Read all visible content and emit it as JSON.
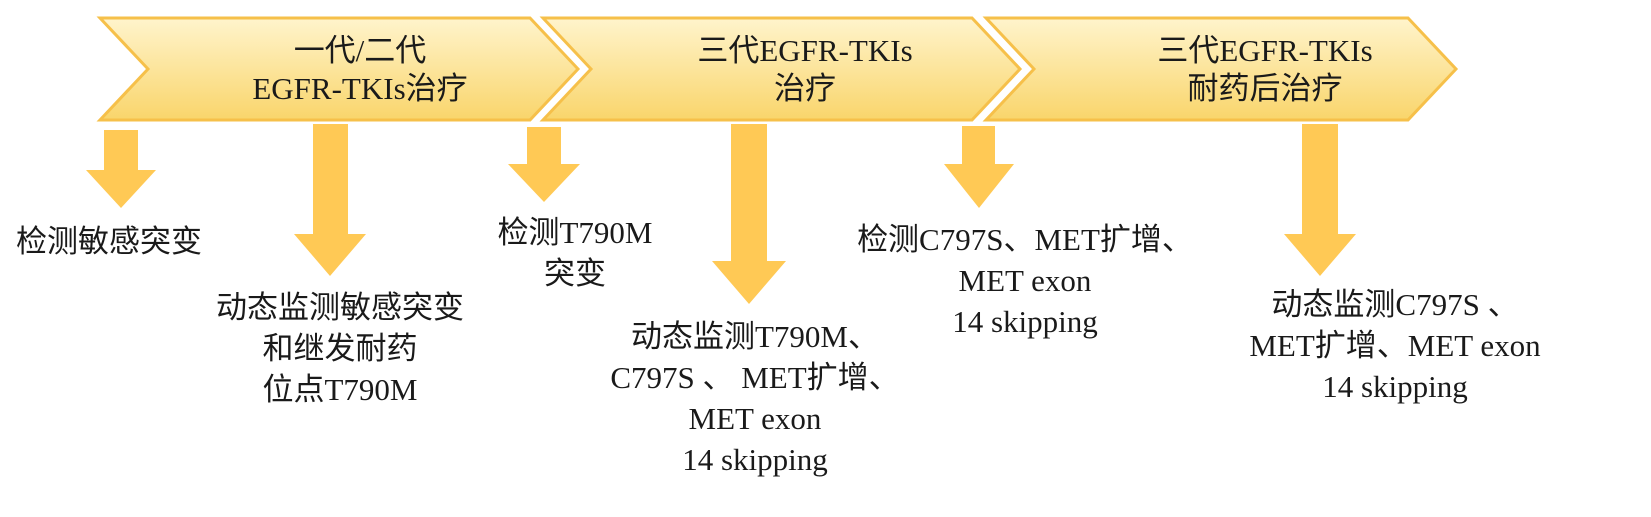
{
  "colors": {
    "chevron_fill_top": "#fff4cc",
    "chevron_fill_bottom": "#f9d56b",
    "chevron_stroke": "#f6c04a",
    "arrow": "#ffc955"
  },
  "stages": [
    {
      "line1": "一代/二代",
      "line2": "EGFR-TKIs治疗"
    },
    {
      "line1": "三代EGFR-TKIs",
      "line2": "治疗"
    },
    {
      "line1": "三代EGFR-TKIs",
      "line2": "耐药后治疗"
    }
  ],
  "notes": {
    "n1": [
      "检测敏感突变"
    ],
    "n2": [
      "动态监测敏感突变",
      "和继发耐药",
      "位点T790M"
    ],
    "n3": [
      "检测T790M",
      "突变"
    ],
    "n4": [
      "动态监测T790M、",
      "C797S 、 MET扩增、",
      "MET exon",
      "14 skipping"
    ],
    "n5": [
      "检测C797S、MET扩增、",
      "MET exon",
      "14 skipping"
    ],
    "n6": [
      "动态监测C797S 、",
      "MET扩增、MET exon",
      "14 skipping"
    ]
  }
}
